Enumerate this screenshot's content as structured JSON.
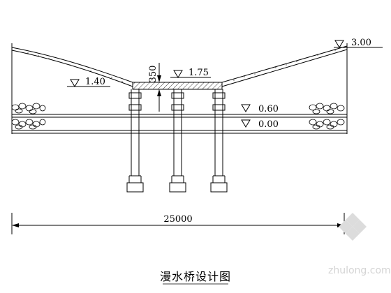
{
  "elevations": {
    "top_right": "3.00",
    "deck": "1.75",
    "slope_left": "1.40",
    "water_level": "0.60",
    "riverbed": "0.00"
  },
  "dimensions": {
    "deck_thickness": "350",
    "overall_length": "25000"
  },
  "title": "漫水桥设计图",
  "watermark": "zhulong.com"
}
